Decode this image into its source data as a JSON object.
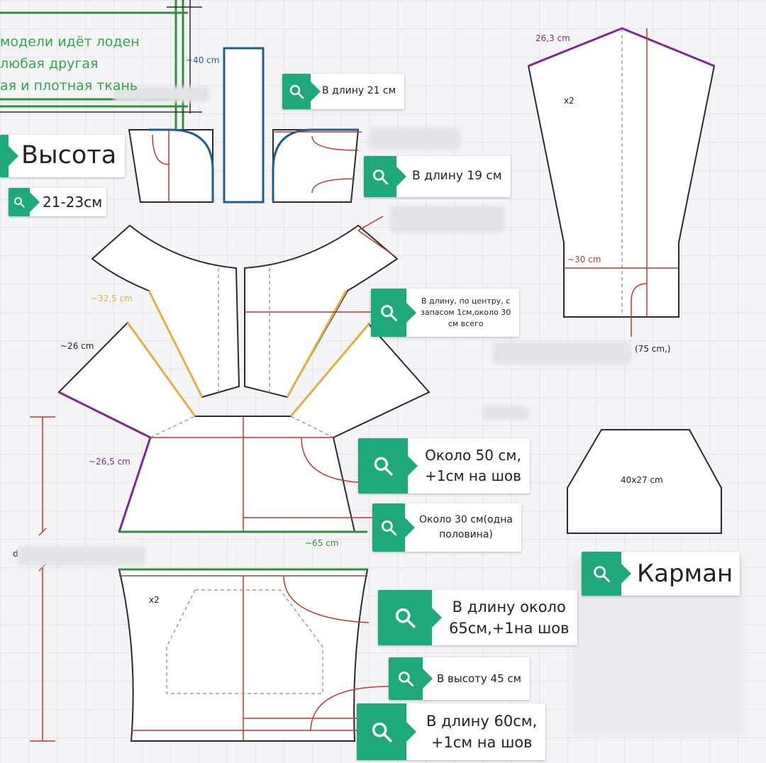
{
  "note": {
    "lines": [
      "модели  идёт лоден",
      "любая другая",
      "ая и плотная ткань"
    ],
    "color": "#2fa84a"
  },
  "titles": {
    "height_title": "Высота",
    "height_value": "21-23см",
    "pocket_title": "Карман"
  },
  "labels": {
    "len_21": "В длину 21 см",
    "len_19": "В длину 19 см",
    "center_line1": "В длину, по центру, с",
    "center_line2": "запасом 1см,около 30",
    "center_line3": "см  всего",
    "about50_line1": "Около 50 см,",
    "about50_line2": "+1см на шов",
    "about30_line1": "Около 30 см(одна",
    "about30_line2": "половина)",
    "len65_line1": "В длину около",
    "len65_line2": "65см,+1на шов",
    "height45": "В высоту 45 см",
    "len60_line1": "В длину 60см,",
    "len60_line2": "+1см на шов"
  },
  "measurements": {
    "m40": "~40 cm",
    "m26_3": "26,3 cm",
    "x2_sleeve": "x2",
    "m30": "~30 cm",
    "m75": "(75 cm,)",
    "m32_5": "~32,5 cm",
    "m26": "~26 cm",
    "m26_5": "~26,5 cm",
    "m65": "~65 cm",
    "pocket_size": "40x27 cm",
    "x2_skirt": "x2",
    "d": "d"
  },
  "colors": {
    "accent": "#1fa97a",
    "outline": "#2b2b2b",
    "red": "#c0392b",
    "purple": "#7b2b8f",
    "yellow": "#e3b040",
    "green_line": "#2f8f3a",
    "blue": "#1f5f8f"
  }
}
